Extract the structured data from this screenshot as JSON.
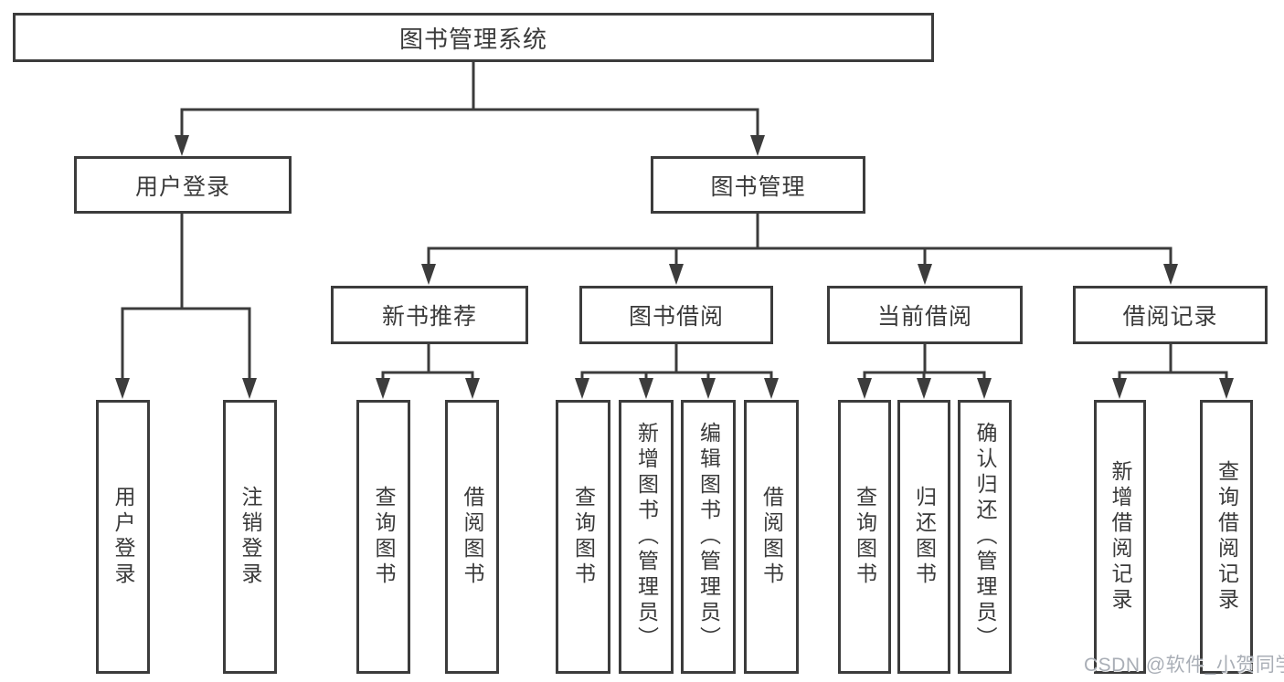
{
  "diagram": {
    "root": "图书管理系统",
    "branches": {
      "user_login": "用户登录",
      "book_mgmt": "图书管理"
    },
    "modules": {
      "new_book": "新书推荐",
      "book_borrow": "图书借阅",
      "current_borrow": "当前借阅",
      "borrow_record": "借阅记录"
    },
    "leaves": {
      "user_login": "用户登录",
      "logout": "注销登录",
      "query_book_1": "查询图书",
      "borrow_book_1": "借阅图书",
      "query_book_2": "查询图书",
      "add_book_admin": "新增图书（管理员）",
      "edit_book_admin": "编辑图书（管理员）",
      "borrow_book_2": "借阅图书",
      "query_book_3": "查询图书",
      "return_book": "归还图书",
      "confirm_return_admin": "确认归还（管理员）",
      "add_borrow_record": "新增借阅记录",
      "query_borrow_record": "查询借阅记录"
    }
  },
  "watermark": "CSDN @软件_小贺同学",
  "colors": {
    "line": "#3c3c3c",
    "text": "#3a3a3a",
    "watermark": "#a9aeb6",
    "background": "#ffffff"
  }
}
